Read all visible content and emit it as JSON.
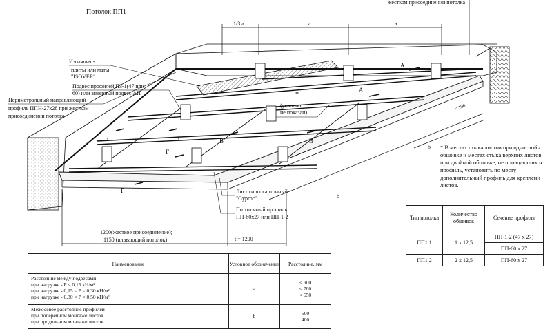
{
  "title": "Потолок ПП1",
  "top_right_label": "жестком присоединении потолка",
  "dims": {
    "third_a": "1/3 a",
    "a1": "a",
    "a2": "a",
    "lt100": "< 100",
    "b1": "b",
    "b2": "b",
    "d1200": "1200(жесткое присоединение);",
    "d1150": "1150 (плавающий потолок)",
    "t1200": "t = 1200"
  },
  "callouts": {
    "insulation": [
      "Изоляция -",
      "плиты или маты",
      "\"ISOVER\""
    ],
    "hanger": [
      "Подвес профилей  ПЗ-1(47 или",
      "60) или анкерный подвес АП"
    ],
    "perimeter": [
      "Периметральный направляющий",
      "профиль ППН-27х28  при жестком",
      "присоединении потолка"
    ],
    "asterisk": "*",
    "conditional": [
      "(условно",
      "не показан)"
    ],
    "board": [
      "Лист гипсокартонный",
      "\"Gyproc\""
    ],
    "ceiling_profile": [
      "Потолочный профиль",
      "ПП-60х27 или ПП-1-2"
    ]
  },
  "section_marks": [
    "А",
    "А",
    "Б",
    "Б",
    "В",
    "В",
    "Г",
    "Г"
  ],
  "note": [
    "* В местах стыка листов при однослойн",
    "обшивке и местах стыка верхних листов",
    "при двойной обшивке, не попадающих н",
    "профиль, установить по месту",
    "дополнительный профиль для креплени",
    "листов."
  ],
  "type_table": {
    "headers": [
      "Тип потолка",
      "Количество обшивок",
      "Сечение профиля"
    ],
    "rows": [
      {
        "type": "ПП1 1",
        "count": "1 х 12,5",
        "sections": [
          "ПП-1-2 (47 х 27)",
          "ПП-60 х 27"
        ]
      },
      {
        "type": "ПП1 2",
        "count": "2 х 12,5",
        "sections": [
          "ПП-60 х 27"
        ]
      }
    ]
  },
  "main_table": {
    "headers": [
      "Наименование",
      "Условное обозначение",
      "Расстояние, мм"
    ],
    "row1": {
      "name": "Расстояние между подвесами",
      "loads": [
        "при нагрузке -          P  <  0,15 кН/м²",
        "при нагрузке -  0,15 < P  <  0,30 кН/м²",
        "при нагрузке -  0,30 < P  <  0,50 кН/м²"
      ],
      "symbol": "a",
      "values": [
        "< 900",
        "< 700",
        "< 650"
      ]
    },
    "row2": {
      "name": "Межосевое расстояние профилей",
      "modes": [
        "при поперечном монтаже листов",
        "при продольном монтаже листов"
      ],
      "symbol": "b",
      "values": [
        "500",
        "400"
      ]
    }
  }
}
